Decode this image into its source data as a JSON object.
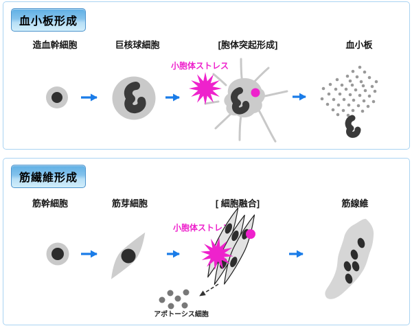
{
  "figure": {
    "panels": [
      {
        "title": "血小板形成",
        "stage_labels": [
          "造血幹細胞",
          "巨核球細胞",
          "[胞体突起形成]",
          "血小板"
        ],
        "stress_label": "小胞体ストレス"
      },
      {
        "title": "筋繊維形成",
        "stage_labels": [
          "筋幹細胞",
          "筋芽細胞",
          "[ 細胞融合]",
          "筋線維"
        ],
        "stress_label": "小胞体ストレス",
        "apoptosis_label": "アポトーシス細胞"
      }
    ],
    "colors": {
      "panel_border": "#a9d3f2",
      "arrow_blue": "#1a7ce8",
      "er_stress_magenta": "#ee22cc",
      "cell_gray": "#c9c9c9",
      "nucleus_dark": "#333333",
      "badge_border": "#4b92cc",
      "badge_gradient_top": "#5fafe4",
      "badge_gradient_bottom": "#d2eefb"
    }
  }
}
